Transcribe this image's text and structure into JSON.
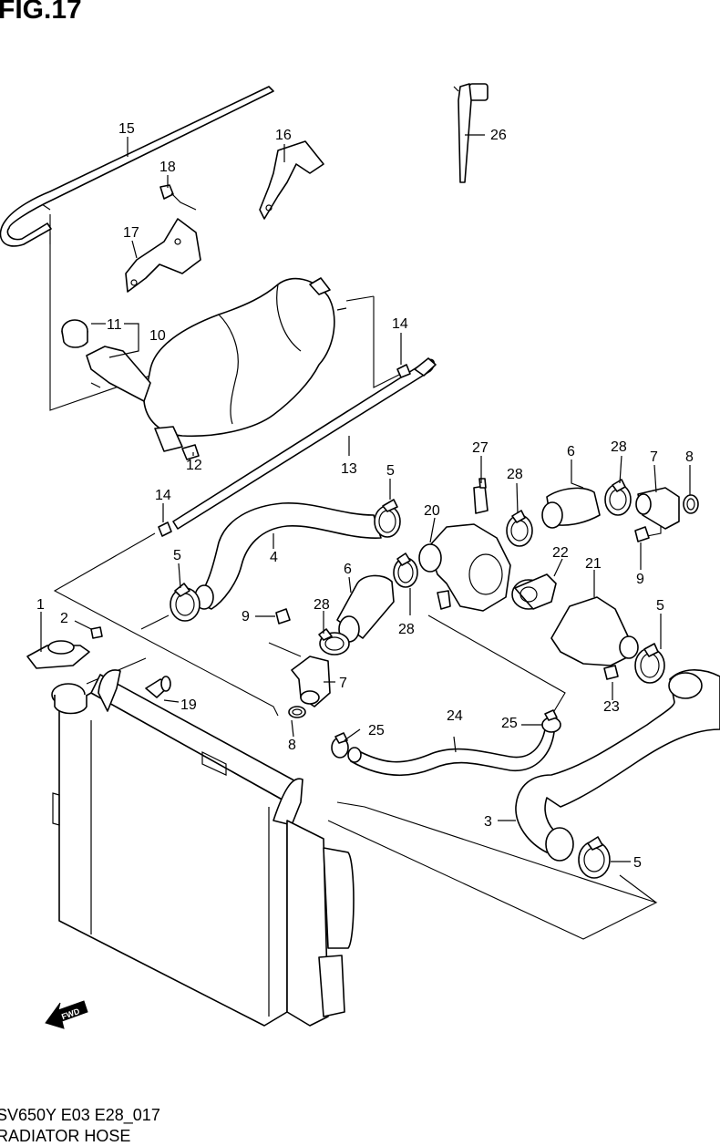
{
  "figure": {
    "title": "FIG.17",
    "model_code": "SV650Y E03 E28_017",
    "section_name": "RADIATOR HOSE",
    "fwd_label": "FWD"
  },
  "callouts": [
    "1",
    "2",
    "3",
    "4",
    "5",
    "5",
    "5",
    "5",
    "6",
    "6",
    "7",
    "7",
    "8",
    "8",
    "9",
    "9",
    "10",
    "11",
    "12",
    "13",
    "14",
    "14",
    "15",
    "16",
    "17",
    "18",
    "19",
    "20",
    "21",
    "22",
    "23",
    "24",
    "25",
    "25",
    "26",
    "27",
    "28",
    "28",
    "28",
    "28"
  ],
  "parts": [
    {
      "ref": "1",
      "icon": "radiator-cap-icon"
    },
    {
      "ref": "2",
      "icon": "drain-bolt-icon"
    },
    {
      "ref": "3",
      "icon": "lower-hose-icon"
    },
    {
      "ref": "4",
      "icon": "upper-hose-icon"
    },
    {
      "ref": "5",
      "icon": "hose-clamp-icon"
    },
    {
      "ref": "6",
      "icon": "short-hose-icon"
    },
    {
      "ref": "7",
      "icon": "hose-joint-icon"
    },
    {
      "ref": "8",
      "icon": "o-ring-icon"
    },
    {
      "ref": "9",
      "icon": "bolt-icon"
    },
    {
      "ref": "10",
      "icon": "reservoir-tank-icon"
    },
    {
      "ref": "11",
      "icon": "reservoir-cap-icon"
    },
    {
      "ref": "12",
      "icon": "bolt-icon"
    },
    {
      "ref": "13",
      "icon": "reservoir-hose-icon"
    },
    {
      "ref": "14",
      "icon": "hose-clip-icon"
    },
    {
      "ref": "15",
      "icon": "overflow-hose-icon"
    },
    {
      "ref": "16",
      "icon": "bracket-icon"
    },
    {
      "ref": "17",
      "icon": "bracket-icon"
    },
    {
      "ref": "18",
      "icon": "bolt-icon"
    },
    {
      "ref": "19",
      "icon": "damper-icon"
    },
    {
      "ref": "20",
      "icon": "thermostat-case-icon"
    },
    {
      "ref": "21",
      "icon": "thermostat-cover-icon"
    },
    {
      "ref": "22",
      "icon": "thermostat-icon"
    },
    {
      "ref": "23",
      "icon": "bolt-icon"
    },
    {
      "ref": "24",
      "icon": "bypass-hose-icon"
    },
    {
      "ref": "25",
      "icon": "hose-clamp-icon"
    },
    {
      "ref": "26",
      "icon": "wire-harness-icon"
    },
    {
      "ref": "27",
      "icon": "temperature-sensor-icon"
    },
    {
      "ref": "28",
      "icon": "hose-clamp-icon"
    }
  ]
}
